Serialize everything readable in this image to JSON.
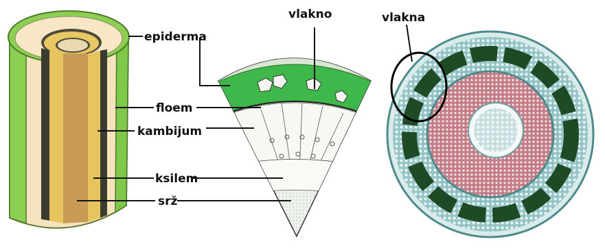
{
  "labels": {
    "epiderma": "epiderma",
    "floem": "floem",
    "kambijum": "kambijum",
    "ksilem": "ksilem",
    "srz": "srž",
    "vlakno": "vlakno",
    "vlakna": "vlakna"
  },
  "colors": {
    "epidermis_green": "#7fc84a",
    "cortex": "#f7e7c4",
    "phloem_green": "#3fb84b",
    "cambium_line": "#222222",
    "xylem_yellow": "#e8c45e",
    "pith_brown": "#c99a55",
    "micro_dark_green": "#1f4a26",
    "micro_xylem_red": "#b07080",
    "micro_ring_blue": "#7fb3b8"
  }
}
